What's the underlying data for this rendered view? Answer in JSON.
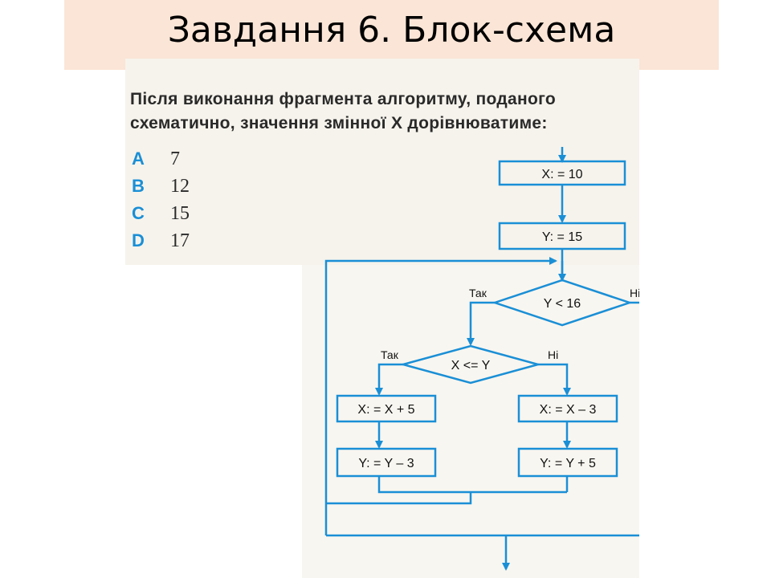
{
  "title": "Завдання 6. Блок-схема",
  "question": {
    "line1": "Після виконання фрагмента алгоритму, поданого",
    "line2": "схематично, значення змінної X дорівнюватиме:"
  },
  "options": [
    {
      "letter": "A",
      "value": "7"
    },
    {
      "letter": "B",
      "value": "12"
    },
    {
      "letter": "C",
      "value": "15"
    },
    {
      "letter": "D",
      "value": "17"
    }
  ],
  "flowchart": {
    "init_x": "X: = 10",
    "init_y": "Y: = 15",
    "cond_outer": "Y < 16",
    "cond_inner": "X <= Y",
    "yes": "Так",
    "no": "Ні",
    "yes_branch_1": "X: = X + 5",
    "yes_branch_2": "Y: = Y – 3",
    "no_branch_1": "X: = X – 3",
    "no_branch_2": "Y: = Y + 5"
  },
  "colors": {
    "accent": "#1a8fd6",
    "title_band": "#fbe5d6"
  }
}
